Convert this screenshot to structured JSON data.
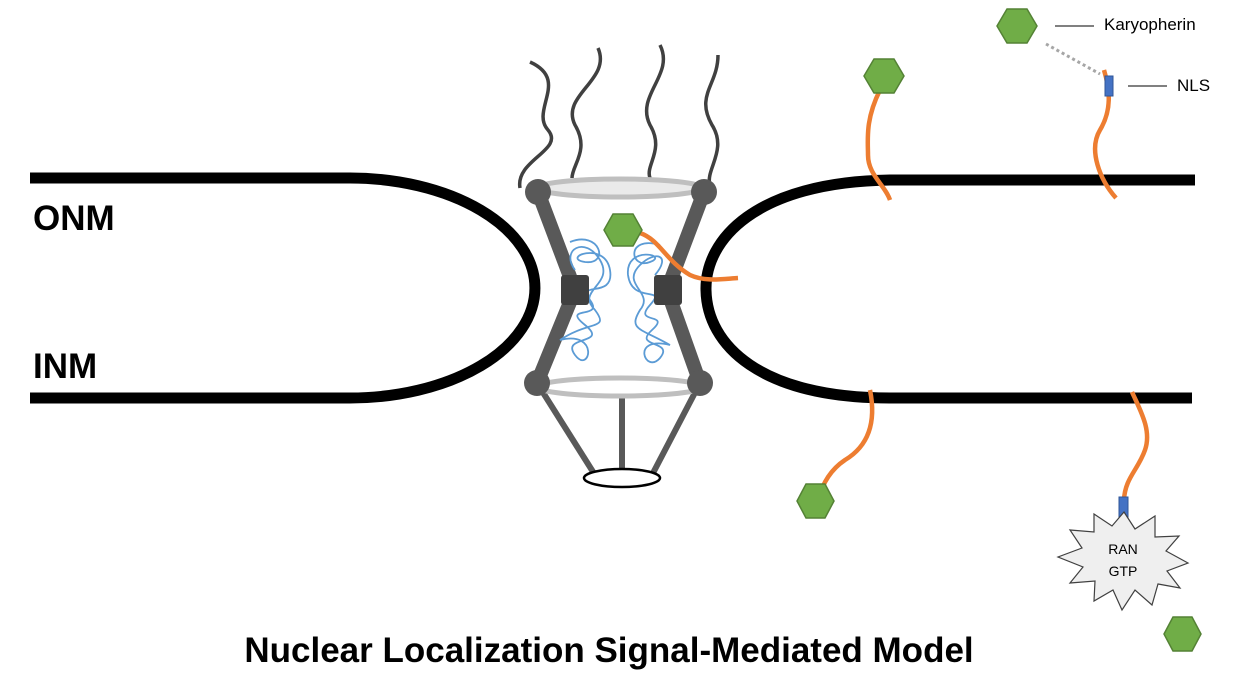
{
  "diagram": {
    "title": "Nuclear Localization Signal-Mediated Model",
    "labels": {
      "onm": "ONM",
      "inm": "INM"
    },
    "legend": {
      "karyopherin": "Karyopherin",
      "nls": "NLS"
    },
    "ran": {
      "line1": "RAN",
      "line2": "GTP"
    },
    "colors": {
      "membrane": "#000000",
      "karyopherin": "#70ad47",
      "cargo_chain": "#ed7d31",
      "nls": "#4472c4",
      "pore_scaffold": "#595959",
      "fg_repeats": "#5b9bd5",
      "ring": "#bfbfbf"
    }
  }
}
